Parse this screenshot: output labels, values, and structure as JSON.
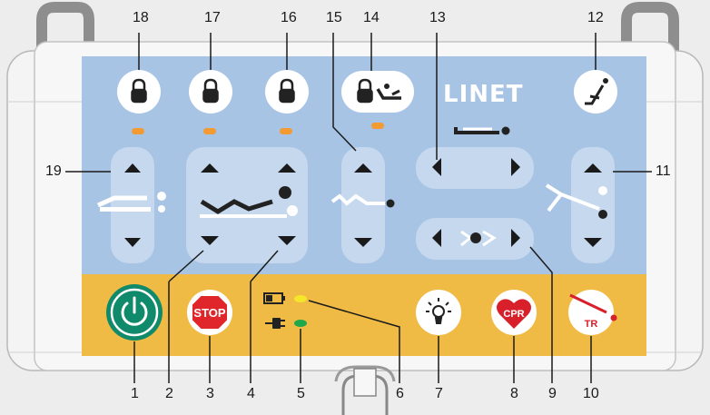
{
  "brand": "LINET",
  "callouts": {
    "n1": "1",
    "n2": "2",
    "n3": "3",
    "n4": "4",
    "n5": "5",
    "n6": "6",
    "n7": "7",
    "n8": "8",
    "n9": "9",
    "n10": "10",
    "n11": "11",
    "n12": "12",
    "n13": "13",
    "n14": "14",
    "n15": "15",
    "n16": "16",
    "n17": "17",
    "n18": "18",
    "n19": "19"
  },
  "buttons": {
    "stop_label": "STOP",
    "cpr_label": "CPR",
    "tr_label": "TR"
  },
  "indicators": {
    "battery_led": "#f5e62a",
    "mains_led": "#21a84a",
    "lock_led": "#f39a32"
  },
  "colors": {
    "panel_blue": "#a7c4e5",
    "panel_orange": "#f0bb45",
    "power_green": "#0f8a6a",
    "stop_red": "#e0262b",
    "cpr_red": "#d8202a",
    "housing": "#f2f2f2",
    "handle": "#8e8e8e"
  }
}
